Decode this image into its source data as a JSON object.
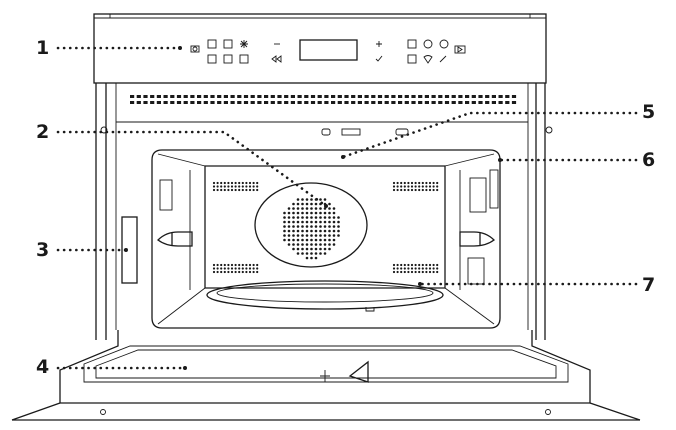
{
  "callouts": [
    {
      "id": "1"
    },
    {
      "id": "2"
    },
    {
      "id": "3"
    },
    {
      "id": "4"
    },
    {
      "id": "5"
    },
    {
      "id": "6"
    },
    {
      "id": "7"
    }
  ],
  "control_panel": {
    "icons_left": [
      "power-icon",
      "grill-icon",
      "fan-icon",
      "defrost-icon",
      "steam-icon",
      "cook-mode-icon"
    ],
    "icons_right": [
      "plus-icon",
      "check-icon",
      "settings-icon",
      "favorites-icon",
      "clock-icon",
      "timer-icon",
      "start-icon"
    ]
  }
}
